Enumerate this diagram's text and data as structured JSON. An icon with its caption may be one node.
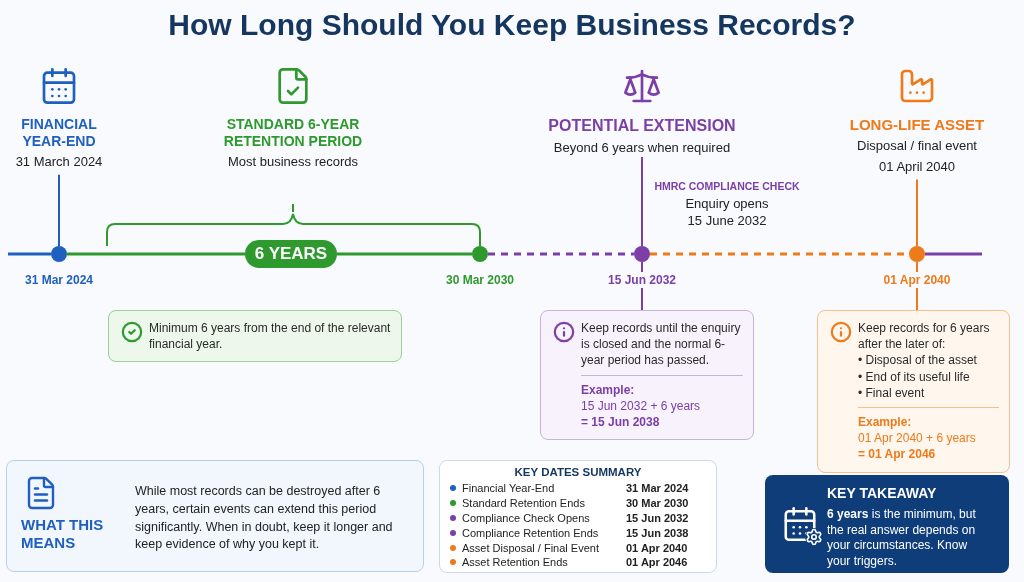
{
  "diagram": {
    "title": "How Long Should You Keep Business Records?",
    "nodes": [
      {
        "text": [
          "FINANCIAL YEAR-END",
          "31 March 2024"
        ]
      },
      {
        "text": [
          "STANDARD 6-YEAR RETENTION PERIOD",
          "Most business records"
        ]
      },
      {
        "text": [
          "POTENTIAL EXTENSION",
          "Beyond 6 years when required"
        ]
      },
      {
        "text": [
          "HMRC COMPLIANCE CHECK",
          "Enquiry opens 15 June 2032"
        ]
      },
      {
        "text": [
          "LONG-LIFE ASSET",
          "Disposal / final event",
          "01 April 2040"
        ]
      },
      {
        "text": [],
        "shape": "circle",
        "beside": [
          "31 Mar 2024"
        ]
      },
      {
        "text": [
          "6 YEARS"
        ]
      },
      {
        "text": [],
        "shape": "circle",
        "beside": [
          "30 Mar 2030"
        ]
      },
      {
        "text": [],
        "shape": "circle",
        "beside": [
          "15 Jun 2032"
        ]
      },
      {
        "text": [],
        "shape": "circle",
        "beside": [
          "01 Apr 2040"
        ]
      },
      {
        "text": [
          "Minimum 6 years from the end of the relevant financial year."
        ]
      },
      {
        "text": [
          "Keep records until the enquiry is closed and the normal 6-year period has passed.",
          "Example:",
          "15 Jun 2032 + 6 years",
          "= 15 Jun 2038"
        ]
      },
      {
        "text": [
          "Keep records for 6 years after the later of:",
          "• Disposal of the asset",
          "• End of its useful life",
          "• Final event",
          "Example:",
          "01 Apr 2040 + 6 years",
          "= 01 Apr 2046"
        ]
      },
      {
        "text": [
          "WHAT THIS MEANS",
          "While most records can be destroyed after 6 years, certain events can extend this period significantly. When in doubt, keep it longer and keep evidence of why you kept it."
        ]
      },
      {
        "text": [
          "KEY DATES SUMMARY"
        ]
      },
      {
        "text": [
          "KEY TAKEAWAY",
          "**6 years** is the minimum, but the real answer depends on your circumstances. Know your triggers."
        ]
      }
    ],
    "edges": [
      {
        "from": 0,
        "to": 5,
        "arrow": "none",
        "color": "#1f5fbf"
      },
      {
        "from": null,
        "to": 5,
        "arrow": "none",
        "color": "#1f5fbf"
      },
      {
        "from": 5,
        "to": 6,
        "arrow": "none",
        "color": "#2e9a2e"
      },
      {
        "from": 6,
        "to": 7,
        "arrow": "none",
        "color": "#2e9a2e"
      },
      {
        "from": 7,
        "to": 8,
        "arrow": "none",
        "style": "dashed",
        "color": "#7b3fa6"
      },
      {
        "from": 8,
        "to": 9,
        "arrow": "none",
        "style": "dashed",
        "color": "#ee7a1a"
      },
      {
        "from": 9,
        "to": null,
        "arrow": "none",
        "color": "#7b3fa6"
      },
      {
        "from": 2,
        "to": 8,
        "arrow": "none",
        "color": "#7b3fa6"
      },
      {
        "from": 8,
        "to": 11,
        "arrow": "none",
        "color": "#7b3fa6"
      },
      {
        "from": 4,
        "to": 9,
        "arrow": "none",
        "color": "#ee7a1a"
      },
      {
        "from": 9,
        "to": 12,
        "arrow": "none",
        "color": "#ee7a1a"
      }
    ],
    "labels": [
      "31 Mar 2024",
      "30 Mar 2030",
      "15 Jun 2032",
      "15 Jun 2038",
      "01 Apr 2040",
      "01 Apr 2046"
    ],
    "legend": [
      {
        "text": "Financial Year-End",
        "color": "#1f5fbf"
      },
      {
        "text": "Standard Retention Ends",
        "color": "#2e9a2e"
      },
      {
        "text": "Compliance Check Opens",
        "color": "#7b3fa6"
      },
      {
        "text": "Compliance Retention Ends",
        "color": "#7b3fa6"
      },
      {
        "text": "Asset Disposal / Final Event",
        "color": "#ee7a1a"
      },
      {
        "text": "Asset Retention Ends",
        "color": "#ee7a1a"
      }
    ]
  }
}
